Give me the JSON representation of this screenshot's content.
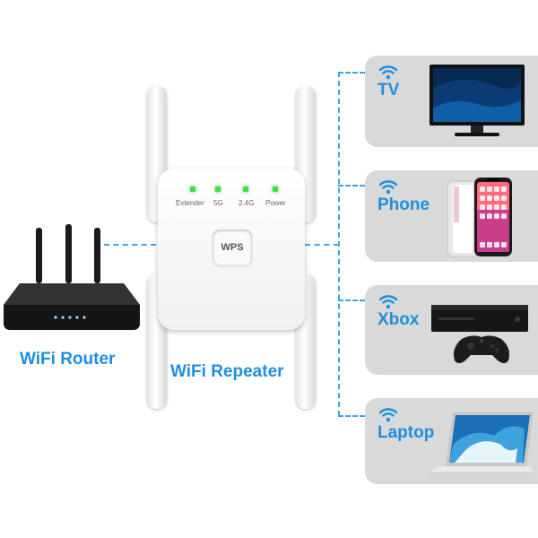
{
  "captions": {
    "router": "WiFi Router",
    "repeater": "WiFi Repeater"
  },
  "repeater": {
    "leds": [
      "Extender",
      "5G",
      "2.4G",
      "Power"
    ],
    "wps_label": "WPS"
  },
  "devices": [
    {
      "label": "TV"
    },
    {
      "label": "Phone"
    },
    {
      "label": "Xbox"
    },
    {
      "label": "Laptop"
    }
  ],
  "colors": {
    "accent": "#1e8fe0",
    "dashed_line": "#3aa6e0",
    "card_bg": "#d9d9d9",
    "led_green": "#3fe04a"
  },
  "icons": [
    "wifi-icon",
    "router-icon",
    "tv-icon",
    "phone-icon",
    "xbox-icon",
    "laptop-icon"
  ]
}
